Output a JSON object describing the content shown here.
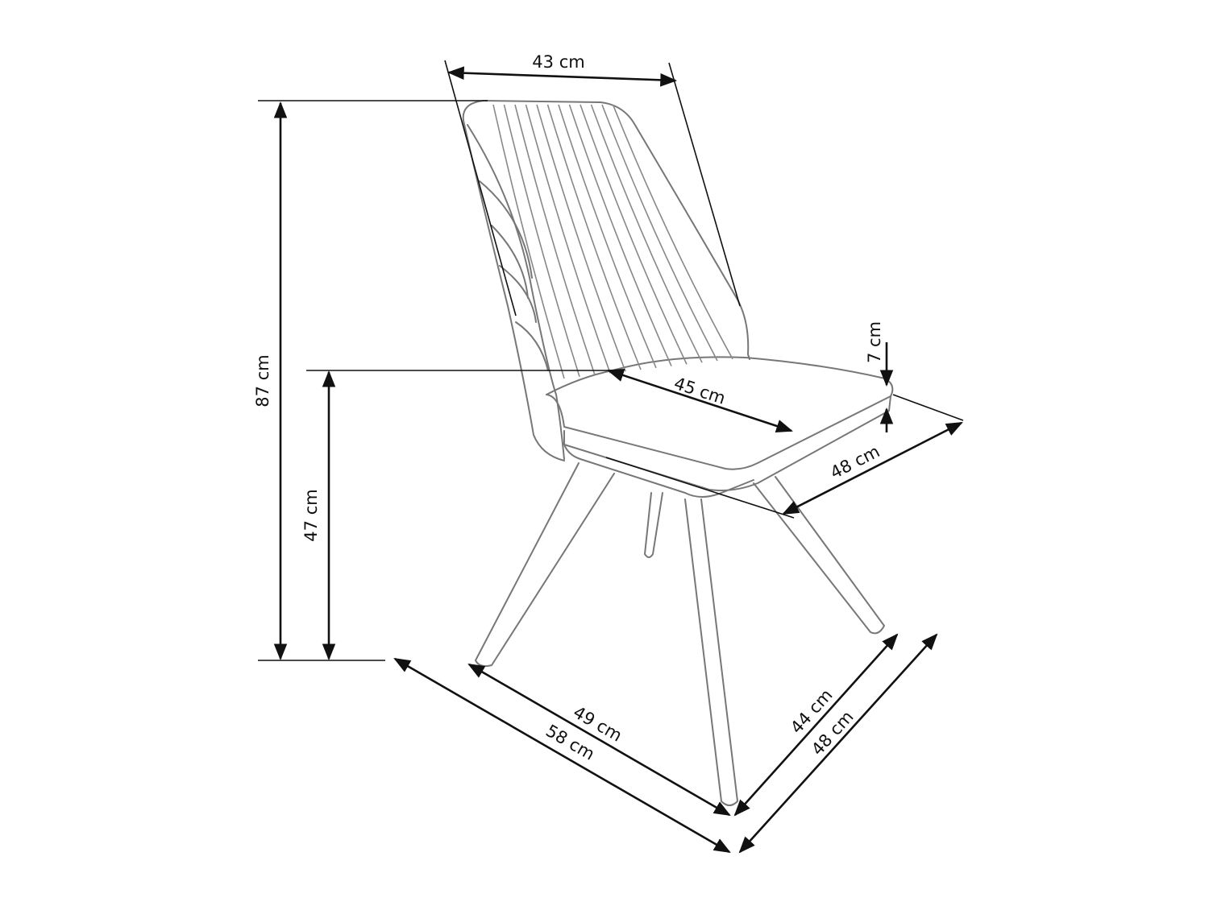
{
  "dimensions": {
    "backrest_width": "43 cm",
    "total_height": "87 cm",
    "seat_height": "47 cm",
    "seat_depth": "45 cm",
    "seat_thickness": "7 cm",
    "seat_width": "48 cm",
    "leg_span_depth_inner": "49 cm",
    "leg_span_depth_outer": "58 cm",
    "leg_span_width_inner": "44 cm",
    "leg_span_width_outer": "48 cm"
  },
  "colors": {
    "dimension_line": "#111111",
    "chair_outline": "#777777"
  }
}
